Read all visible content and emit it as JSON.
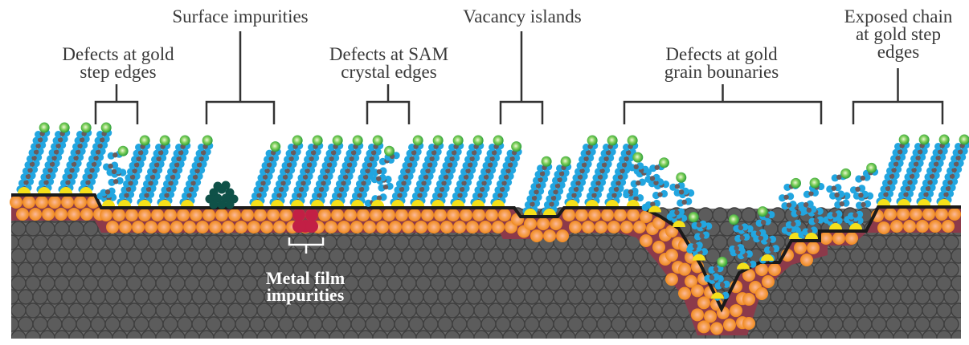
{
  "diagram": {
    "title": "Defects in self-assembled monolayers (SAM) on gold",
    "labels": [
      {
        "id": "gold-step-edges",
        "lines": [
          "Defects at gold",
          "step edges"
        ]
      },
      {
        "id": "surface-impurities",
        "lines": [
          "Surface impurities"
        ]
      },
      {
        "id": "sam-crystal-edges",
        "lines": [
          "Defects at SAM",
          "crystal edges"
        ]
      },
      {
        "id": "vacancy-islands",
        "lines": [
          "Vacancy islands"
        ]
      },
      {
        "id": "grain-boundaries",
        "lines": [
          "Defects at gold",
          "grain bounaries"
        ]
      },
      {
        "id": "exposed-chain",
        "lines": [
          "Exposed chain",
          "at gold step",
          "edges"
        ]
      },
      {
        "id": "metal-film-impurities",
        "lines": [
          "Metal film",
          "impurities"
        ]
      }
    ],
    "components": {
      "substrate": "Metal film (gray)",
      "gold_layer": "Gold (orange)",
      "head_group": "Sulfur head group (yellow)",
      "chain": "Alkyl chain (blue)",
      "tail_group": "Terminal group (green)",
      "surface_impurity": "Surface impurity (dark teal)",
      "metal_impurity": "Metal film impurity (red)"
    },
    "colors": {
      "substrate": "#5c5c5c",
      "substrate_outline": "#3f3f3f",
      "gold": "#f39a2c",
      "gold_highlight": "#f9c7a0",
      "gold_bg": "#8c3a4a",
      "head": "#f5e11a",
      "chain": "#22a6e0",
      "backbone": "#6b5a5a",
      "tail": "#3cb44a",
      "tail_highlight": "#d8f0c0",
      "impurity_surface": "#0f5148",
      "impurity_metal": "#c21f45",
      "surface_line": "#1a1a1a",
      "bracket": "#333333",
      "text": "#3a3a3a"
    }
  }
}
